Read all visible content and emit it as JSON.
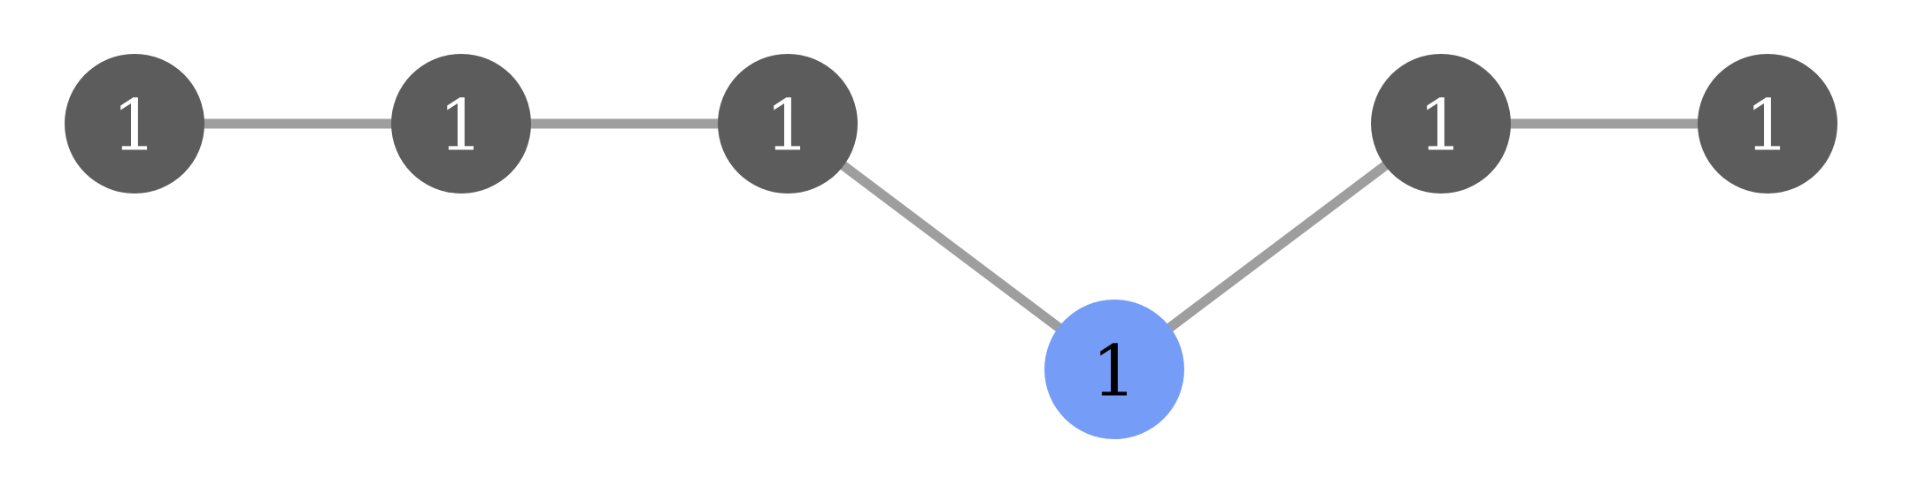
{
  "graph": {
    "colors": {
      "background": "#ffffff",
      "edge": "#9e9e9e",
      "node_default": "#5c5c5c",
      "node_highlight": "#759df7",
      "label_default": "#ffffff",
      "label_highlight": "#000000"
    },
    "nodes": [
      {
        "id": "n1",
        "label": "1",
        "highlighted": false
      },
      {
        "id": "n2",
        "label": "1",
        "highlighted": false
      },
      {
        "id": "n3",
        "label": "1",
        "highlighted": false
      },
      {
        "id": "n4",
        "label": "1",
        "highlighted": true
      },
      {
        "id": "n5",
        "label": "1",
        "highlighted": false
      },
      {
        "id": "n6",
        "label": "1",
        "highlighted": false
      }
    ],
    "edges": [
      {
        "source": "n1",
        "target": "n2"
      },
      {
        "source": "n2",
        "target": "n3"
      },
      {
        "source": "n3",
        "target": "n4"
      },
      {
        "source": "n4",
        "target": "n5"
      },
      {
        "source": "n5",
        "target": "n6"
      }
    ]
  }
}
